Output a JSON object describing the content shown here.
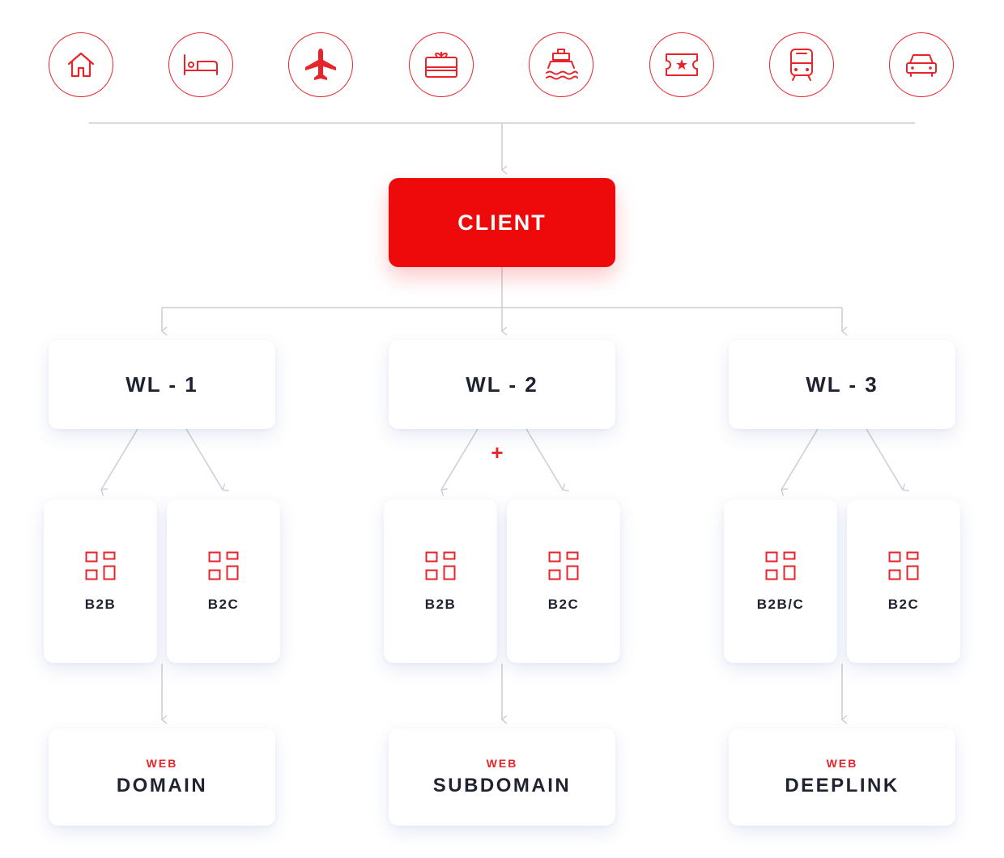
{
  "diagram": {
    "service_icons": [
      {
        "name": "home-icon"
      },
      {
        "name": "bed-icon"
      },
      {
        "name": "airplane-icon"
      },
      {
        "name": "gift-card-icon"
      },
      {
        "name": "ship-icon"
      },
      {
        "name": "ticket-icon"
      },
      {
        "name": "train-icon"
      },
      {
        "name": "car-icon"
      }
    ],
    "client": {
      "label": "CLIENT"
    },
    "white_labels": [
      {
        "label": "WL - 1",
        "tiles": [
          {
            "label": "B2B"
          },
          {
            "label": "B2C"
          }
        ],
        "web": {
          "kicker": "WEB",
          "label": "DOMAIN"
        }
      },
      {
        "label": "WL - 2",
        "tiles": [
          {
            "label": "B2B"
          },
          {
            "label": "B2C"
          }
        ],
        "web": {
          "kicker": "WEB",
          "label": "SUBDOMAIN"
        }
      },
      {
        "label": "WL - 3",
        "tiles": [
          {
            "label": "B2B/C"
          },
          {
            "label": "B2C"
          }
        ],
        "web": {
          "kicker": "WEB",
          "label": "DEEPLINK"
        }
      }
    ],
    "plus_symbol": "+",
    "colors": {
      "accent": "#e8242b",
      "client_fill": "#ee0a0a",
      "connector": "#c9cdd6",
      "text": "#1f2230"
    }
  }
}
